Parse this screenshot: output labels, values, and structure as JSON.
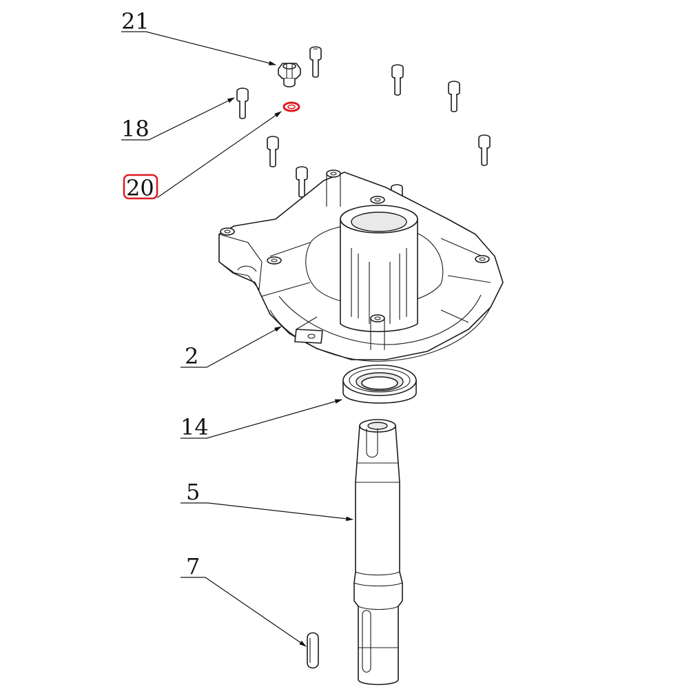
{
  "callouts": [
    {
      "id": "callout-21",
      "label": "21",
      "highlighted": false
    },
    {
      "id": "callout-18",
      "label": "18",
      "highlighted": false
    },
    {
      "id": "callout-20",
      "label": "20",
      "highlighted": true
    },
    {
      "id": "callout-2",
      "label": "2",
      "highlighted": false
    },
    {
      "id": "callout-14",
      "label": "14",
      "highlighted": false
    },
    {
      "id": "callout-5",
      "label": "5",
      "highlighted": false
    },
    {
      "id": "callout-7",
      "label": "7",
      "highlighted": false
    }
  ],
  "colors": {
    "highlight": "#e0191e",
    "line": "#1a1a1a",
    "background": "#ffffff"
  }
}
